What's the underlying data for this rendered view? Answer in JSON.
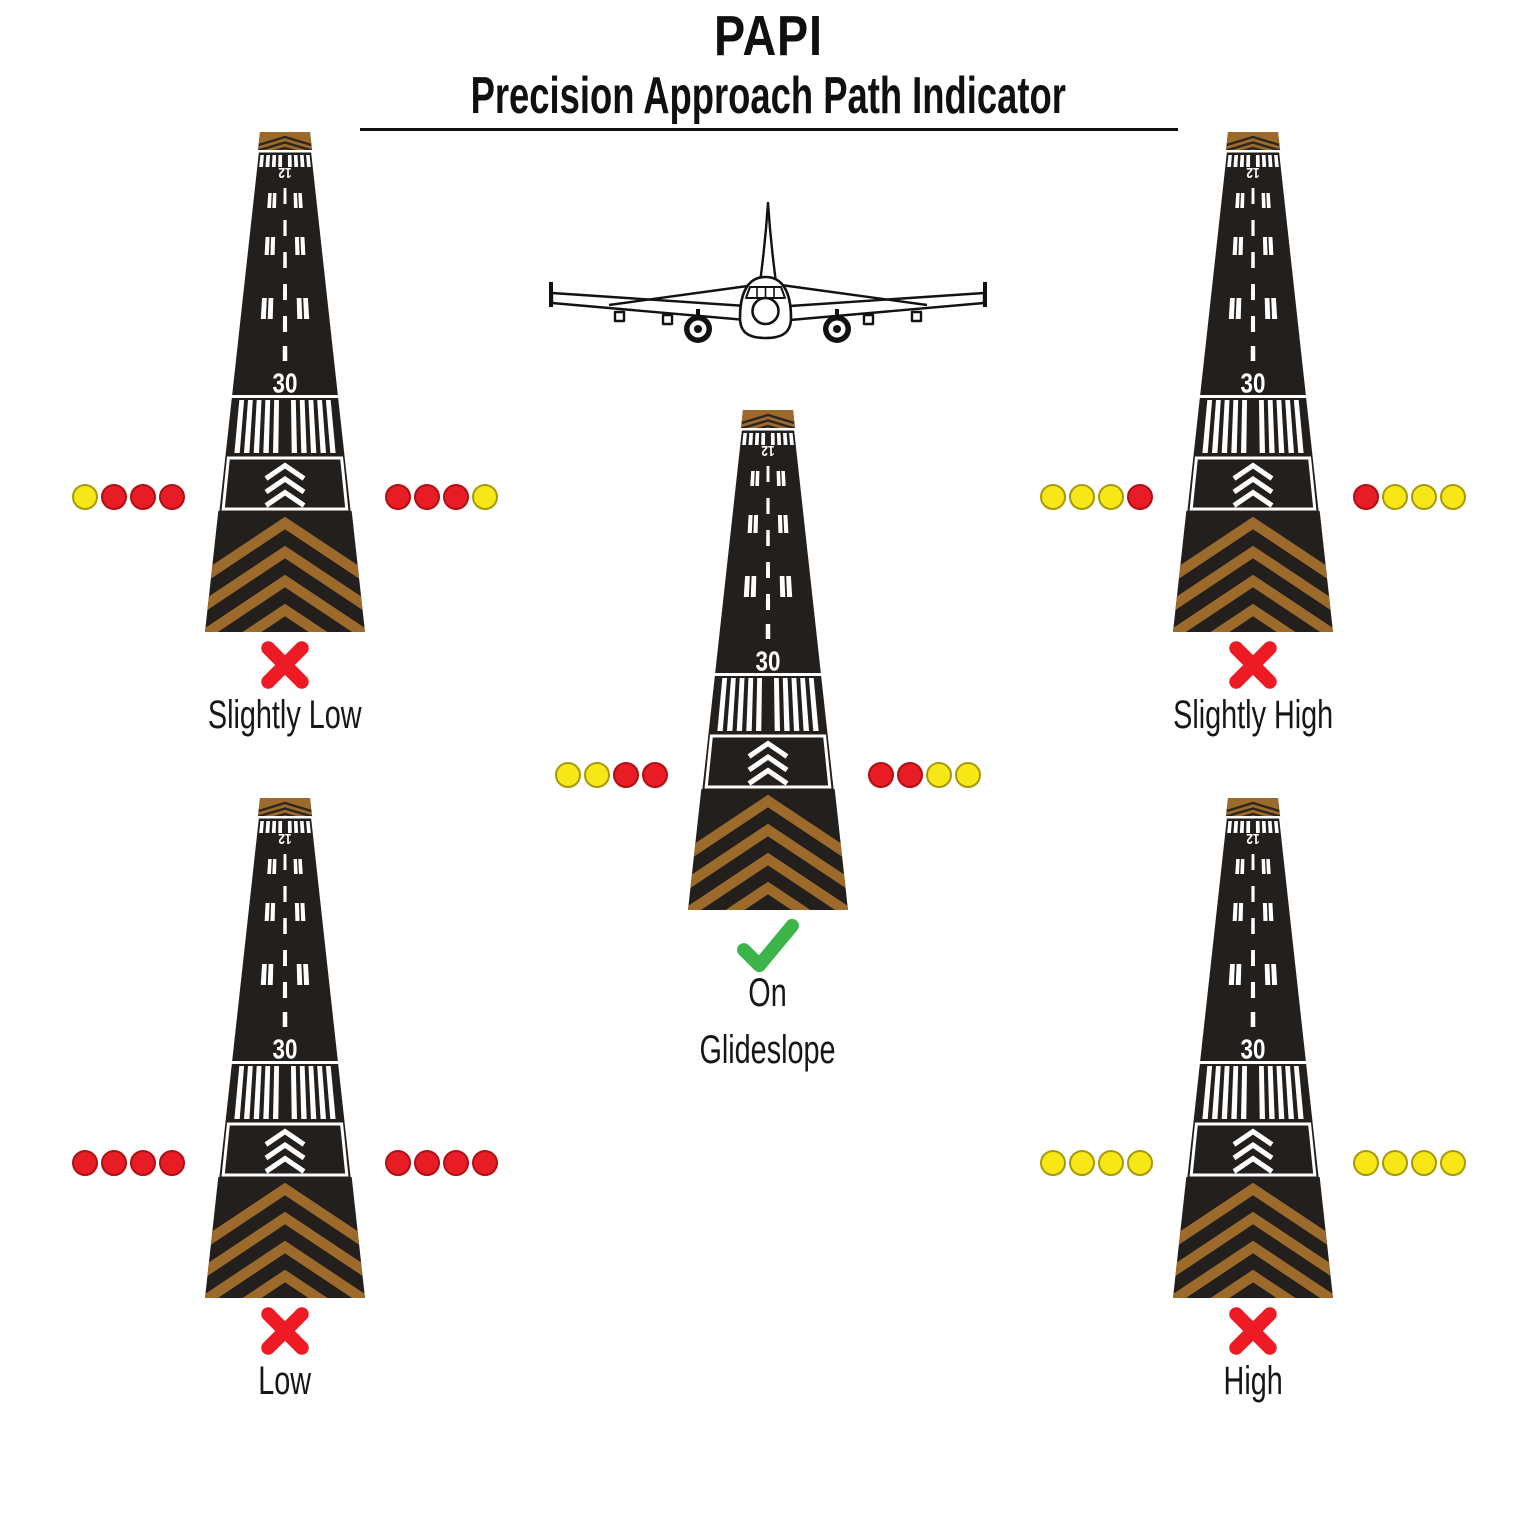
{
  "title": {
    "main": "PAPI",
    "subtitle": "Precision Approach Path Indicator"
  },
  "runway": {
    "near_number": "30",
    "far_number": "12"
  },
  "colors": {
    "asphalt": "#221f1d",
    "chevron_brown": "#9c6a2b",
    "marking_white": "#ffffff",
    "light_red": "#e81c25",
    "light_red_border": "#ae1016",
    "light_yellow": "#f8e716",
    "light_yellow_border": "#a49a0a",
    "cross_red": "#ee1b24",
    "check_green": "#3cb44a"
  },
  "icons": {
    "cross": "cross-icon",
    "check": "check-icon",
    "airplane": "airplane-front-view-icon"
  },
  "scenarios": [
    {
      "id": "slightly-low",
      "label": "Slightly Low",
      "mark": "cross",
      "left_lights": [
        "yellow",
        "red",
        "red",
        "red"
      ],
      "right_lights": [
        "red",
        "red",
        "red",
        "yellow"
      ]
    },
    {
      "id": "slightly-high",
      "label": "Slightly High",
      "mark": "cross",
      "left_lights": [
        "yellow",
        "yellow",
        "yellow",
        "red"
      ],
      "right_lights": [
        "red",
        "yellow",
        "yellow",
        "yellow"
      ]
    },
    {
      "id": "on-glideslope",
      "label": "On\nGlideslope",
      "mark": "check",
      "left_lights": [
        "yellow",
        "yellow",
        "red",
        "red"
      ],
      "right_lights": [
        "red",
        "red",
        "yellow",
        "yellow"
      ]
    },
    {
      "id": "low",
      "label": "Low",
      "mark": "cross",
      "left_lights": [
        "red",
        "red",
        "red",
        "red"
      ],
      "right_lights": [
        "red",
        "red",
        "red",
        "red"
      ]
    },
    {
      "id": "high",
      "label": "High",
      "mark": "cross",
      "left_lights": [
        "yellow",
        "yellow",
        "yellow",
        "yellow"
      ],
      "right_lights": [
        "yellow",
        "yellow",
        "yellow",
        "yellow"
      ]
    }
  ]
}
